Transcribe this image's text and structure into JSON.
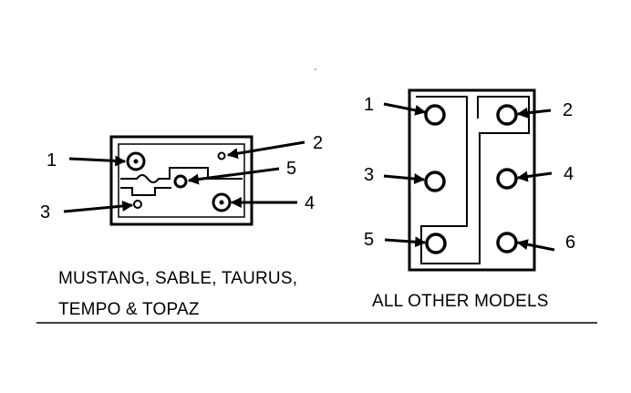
{
  "left_relay": {
    "caption_line1": "MUSTANG, SABLE, TAURUS,",
    "caption_line2": "TEMPO & TOPAZ",
    "pins": [
      "1",
      "2",
      "3",
      "4",
      "5"
    ]
  },
  "right_relay": {
    "caption": "ALL OTHER MODELS",
    "pins": [
      "1",
      "2",
      "3",
      "4",
      "5",
      "6"
    ]
  }
}
